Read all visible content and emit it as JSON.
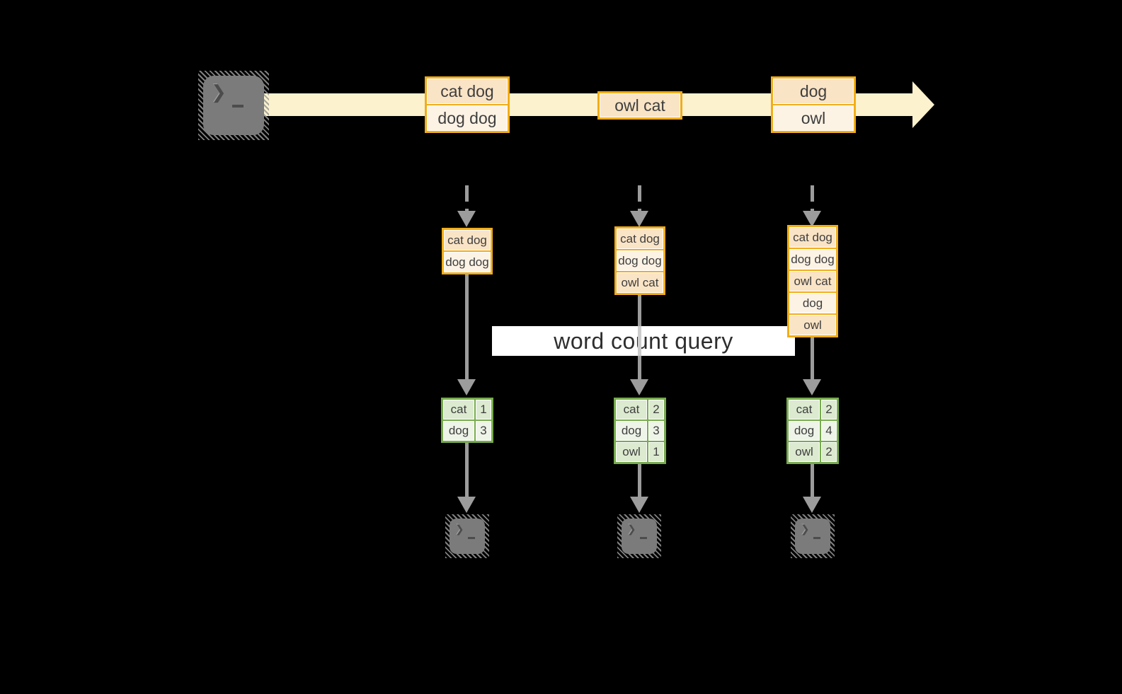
{
  "banner": {
    "label": "word count query"
  },
  "icons": {
    "source": "terminal-icon",
    "sinks": [
      "terminal-icon",
      "terminal-icon",
      "terminal-icon"
    ],
    "prompt_char": "❯"
  },
  "stream": {
    "batches": [
      {
        "cells": [
          "cat dog",
          "dog dog"
        ]
      },
      {
        "cells": [
          "owl cat"
        ]
      },
      {
        "cells": [
          "dog",
          "owl"
        ]
      }
    ]
  },
  "workers": [
    {
      "buffer": [
        "cat dog",
        "dog dog"
      ],
      "counts": [
        [
          "cat",
          "1"
        ],
        [
          "dog",
          "3"
        ]
      ]
    },
    {
      "buffer": [
        "cat dog",
        "dog dog",
        "owl cat"
      ],
      "counts": [
        [
          "cat",
          "2"
        ],
        [
          "dog",
          "3"
        ],
        [
          "owl",
          "1"
        ]
      ]
    },
    {
      "buffer": [
        "cat dog",
        "dog dog",
        "owl cat",
        "dog",
        "owl"
      ],
      "counts": [
        [
          "cat",
          "2"
        ],
        [
          "dog",
          "4"
        ],
        [
          "owl",
          "2"
        ]
      ]
    }
  ],
  "colors": {
    "background": "#000000",
    "stream_band": "#fcf2cd",
    "accent_orange": "#f1ad18",
    "cell_peach": "#fae4c6",
    "cell_cream": "#fdf3e5",
    "accent_green": "#77ab4e",
    "green_tint": "#dcead0",
    "green_tint_light": "#eef4e8",
    "arrow_gray": "#9c9c9c",
    "terminal_gray": "#7b7b7b",
    "text": "#3e3e3e",
    "banner_bg": "#ffffff"
  }
}
